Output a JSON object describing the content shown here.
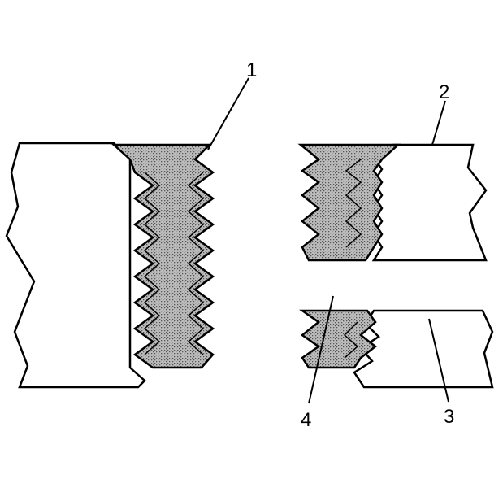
{
  "callouts": [
    {
      "id": "1",
      "label": "1"
    },
    {
      "id": "2",
      "label": "2"
    },
    {
      "id": "3",
      "label": "3"
    },
    {
      "id": "4",
      "label": "4"
    }
  ],
  "colors": {
    "line": "#000000",
    "background": "#ffffff",
    "thread_fill": "#9a9a9a"
  }
}
